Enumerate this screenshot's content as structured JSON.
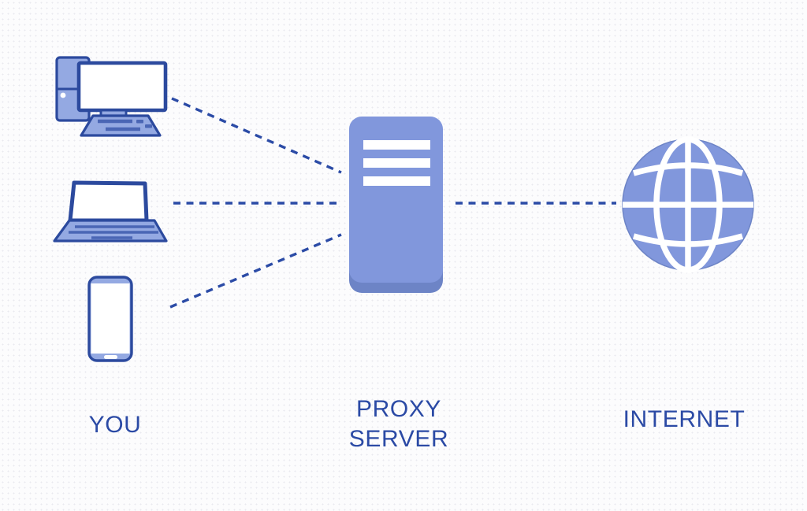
{
  "diagram": {
    "title": "Proxy server concept diagram",
    "nodes": {
      "you": {
        "label": "YOU",
        "icons": [
          "desktop-computer-icon",
          "laptop-icon",
          "smartphone-icon"
        ]
      },
      "proxy_server": {
        "label": "PROXY SERVER",
        "icon": "server-tower-icon"
      },
      "internet": {
        "label": "INTERNET",
        "icon": "globe-icon"
      }
    },
    "connections": [
      {
        "from": "desktop-computer",
        "to": "proxy-server",
        "style": "dashed"
      },
      {
        "from": "laptop",
        "to": "proxy-server",
        "style": "dashed"
      },
      {
        "from": "smartphone",
        "to": "proxy-server",
        "style": "dashed"
      },
      {
        "from": "proxy-server",
        "to": "internet",
        "style": "dashed"
      }
    ]
  },
  "colors": {
    "background": "#fcfcfd",
    "outline": "#2c4a9e",
    "device_fill": "#94a9e2",
    "server_fill": "#8197dc",
    "server_base": "#6d84c6",
    "key_fill": "#4a66b5",
    "label_text": "#2b4aa5",
    "dashed_line": "#2b4ba6"
  }
}
